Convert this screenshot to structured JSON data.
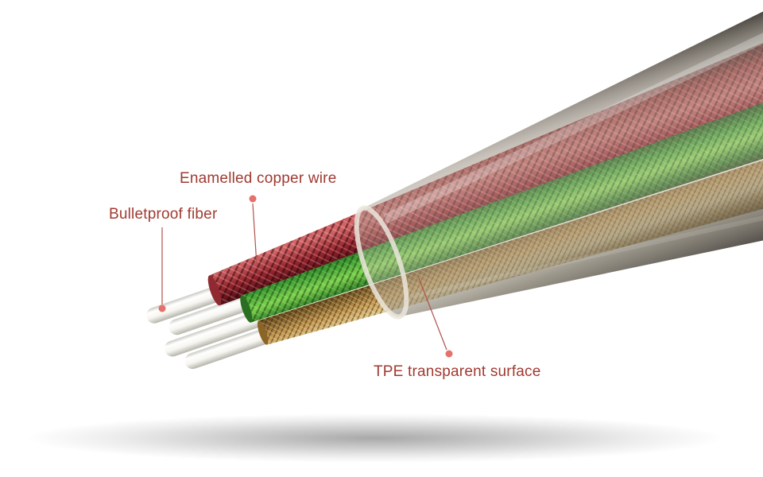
{
  "labels": {
    "enamelled_copper_wire": {
      "text": "Enamelled copper wire"
    },
    "bulletproof_fiber": {
      "text": "Bulletproof fiber"
    },
    "tpe_transparent_surface": {
      "text": "TPE transparent surface"
    }
  },
  "colors": {
    "label_text": "#a03a31",
    "leader_line": "#b0524c",
    "leader_dot": "#e4716b",
    "jacket_tint": "#8d8477",
    "wire_red": "#b63a3c",
    "wire_green": "#46a93c",
    "wire_copper": "#c89a58",
    "fiber_white": "#ffffff",
    "background": "#ffffff",
    "shadow": "#000000"
  }
}
